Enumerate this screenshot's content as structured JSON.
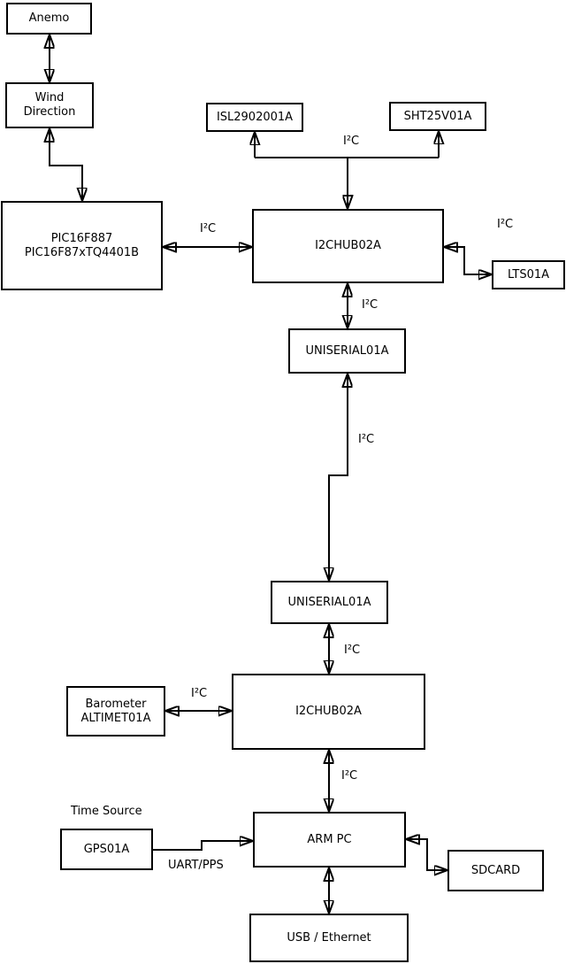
{
  "background": "#ffffff",
  "line_color": "#000000",
  "nodes": {
    "anemo": {
      "label": "Anemo"
    },
    "wind_direction": {
      "label": "Wind\nDirection"
    },
    "pic": {
      "label": "PIC16F887\nPIC16F87xTQ4401B"
    },
    "isl": {
      "label": "ISL2902001A"
    },
    "sht": {
      "label": "SHT25V01A"
    },
    "i2c_hub_top": {
      "label": "I2CHUB02A"
    },
    "lts": {
      "label": "LTS01A"
    },
    "uniserial_upper": {
      "label": "UNISERIAL01A"
    },
    "uniserial_lower": {
      "label": "UNISERIAL01A"
    },
    "i2c_hub_bottom": {
      "label": "I2CHUB02A"
    },
    "barometer": {
      "label": "Barometer\nALTIMET01A"
    },
    "gps": {
      "label": "GPS01A"
    },
    "arm_pc": {
      "label": "ARM PC"
    },
    "sdcard": {
      "label": "SDCARD"
    },
    "usb_ethernet": {
      "label": "USB / Ethernet"
    }
  },
  "labels": {
    "i2c_sensor_branch": "I²C",
    "i2c_pic_hub": "I²C",
    "i2c_hub_lts": "I²C",
    "i2c_hub_uniserial": "I²C",
    "i2c_uniserial_link": "I²C",
    "i2c_uniserial_hub2": "I²C",
    "i2c_barometer_hub2": "I²C",
    "i2c_hub2_armpc": "I²C",
    "time_source": "Time Source",
    "uart_pps": "UART/PPS"
  }
}
